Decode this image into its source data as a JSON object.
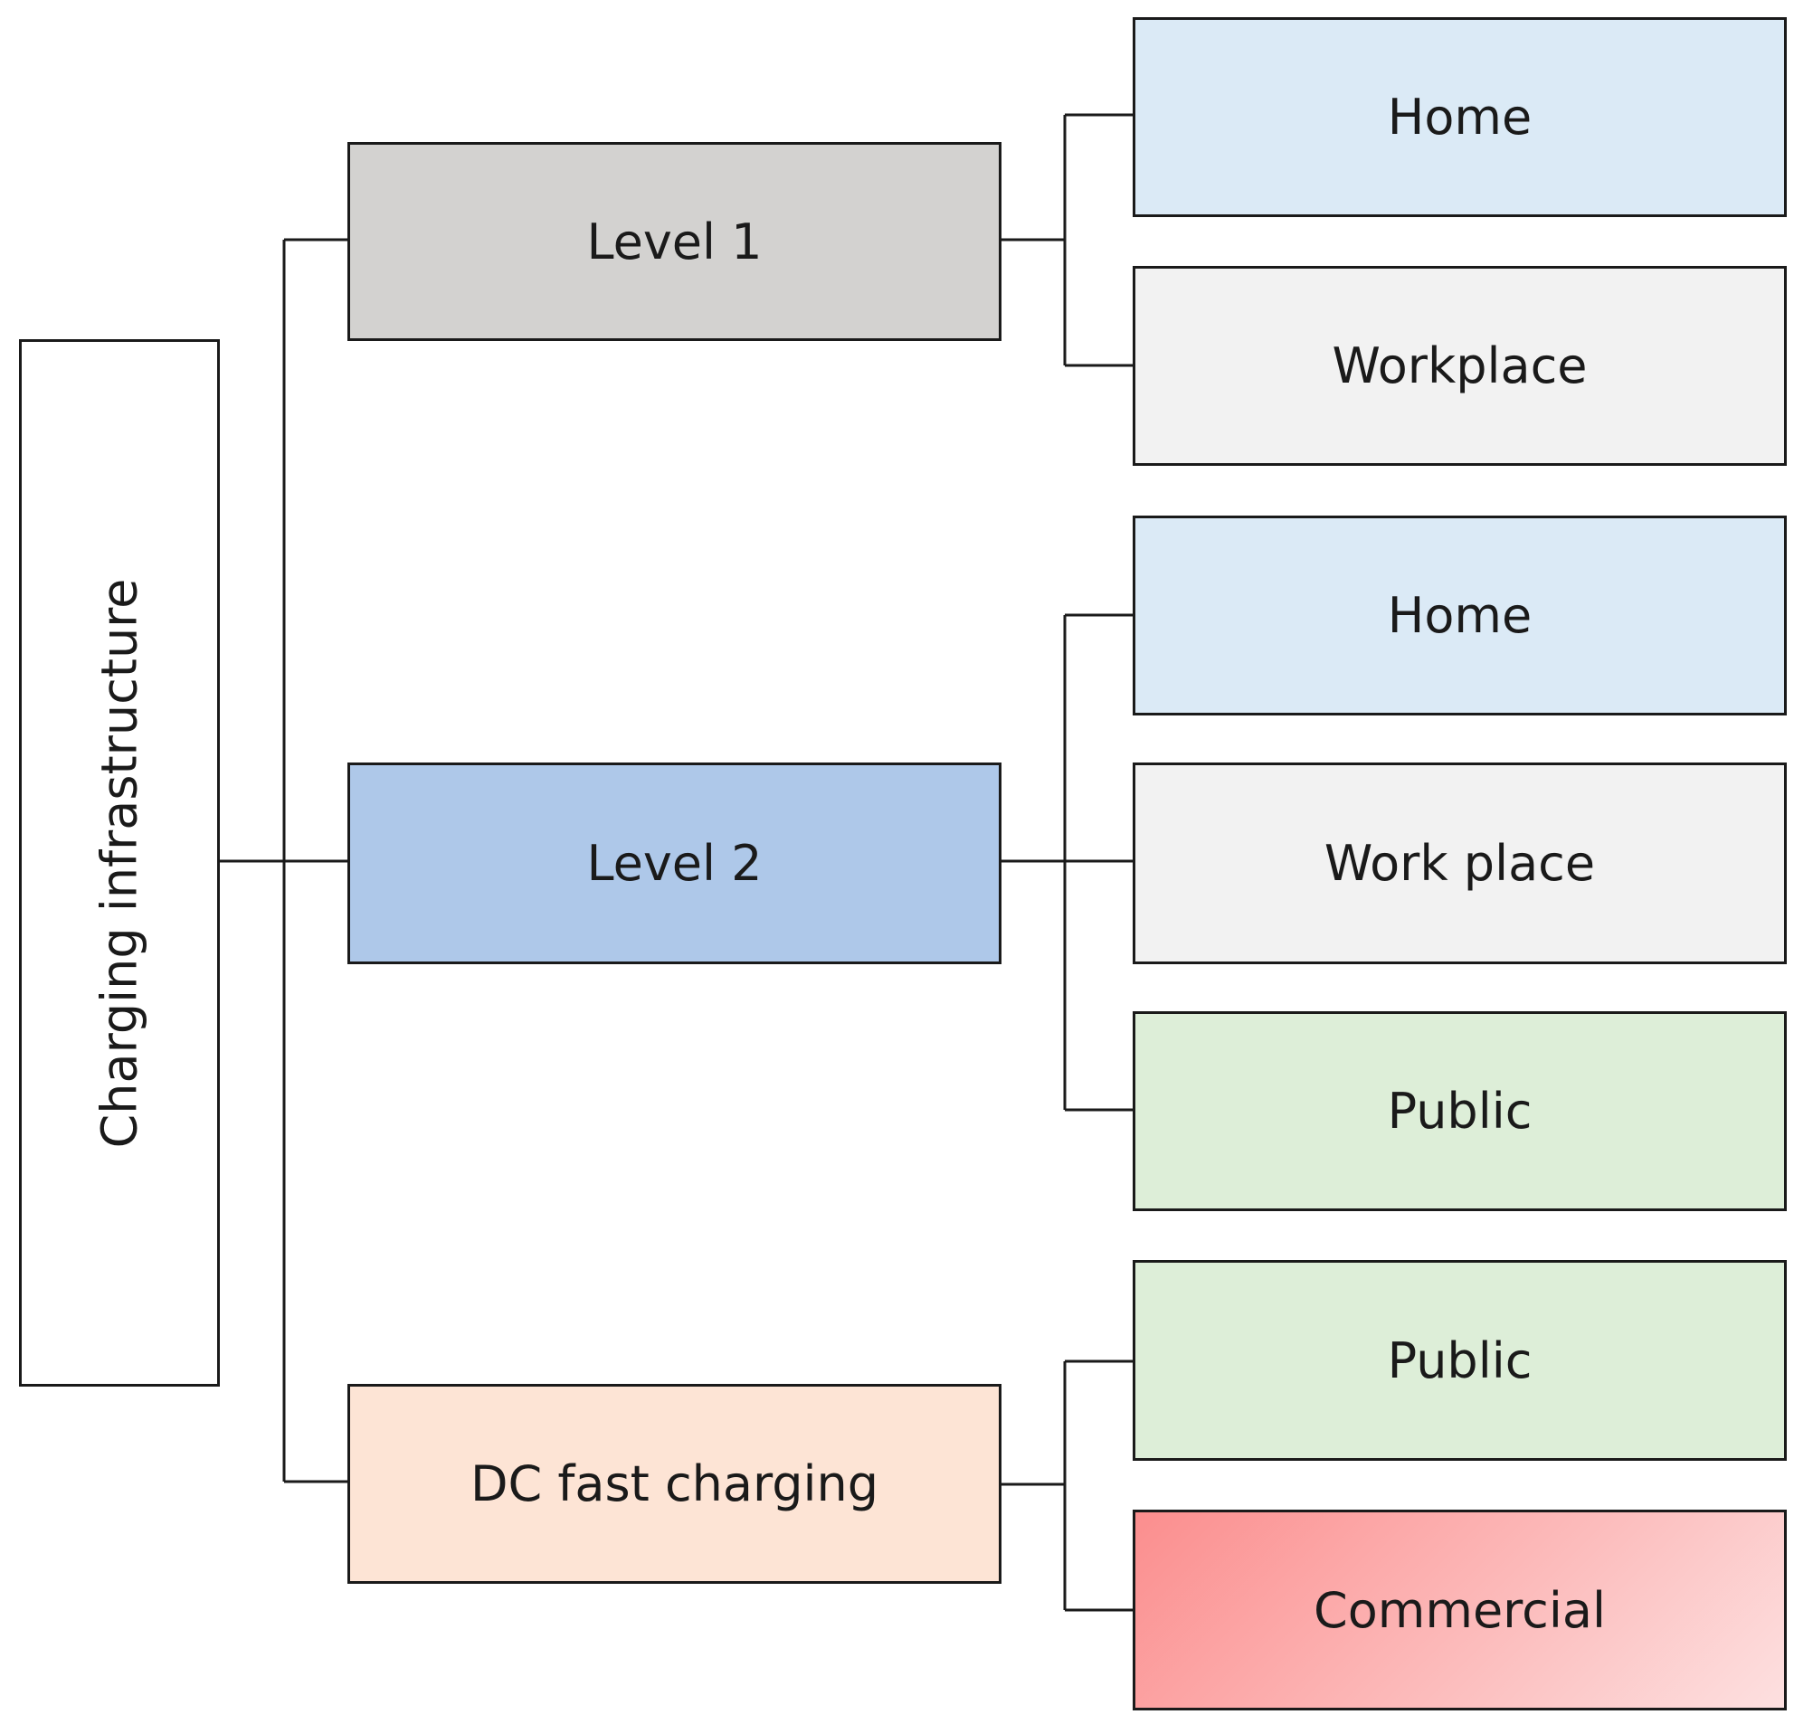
{
  "root": {
    "label": "Charging infrastructure"
  },
  "levels": [
    {
      "label": "Level 1",
      "color": "#d3d2d0",
      "children": [
        {
          "label": "Home",
          "color": "#dbeaf6"
        },
        {
          "label": "Workplace",
          "color": "#f2f2f2"
        }
      ]
    },
    {
      "label": "Level 2",
      "color": "#aec8e9",
      "children": [
        {
          "label": "Home",
          "color": "#dbeaf6"
        },
        {
          "label": "Work place",
          "color": "#f2f2f2"
        },
        {
          "label": "Public",
          "color": "#ddeed8"
        }
      ]
    },
    {
      "label": "DC fast charging",
      "color": "#fde4d5",
      "children": [
        {
          "label": "Public",
          "color": "#ddeed8"
        },
        {
          "label": "Commercial",
          "color_start": "#fb8e8e",
          "color_end": "#fde0e0"
        }
      ]
    }
  ]
}
